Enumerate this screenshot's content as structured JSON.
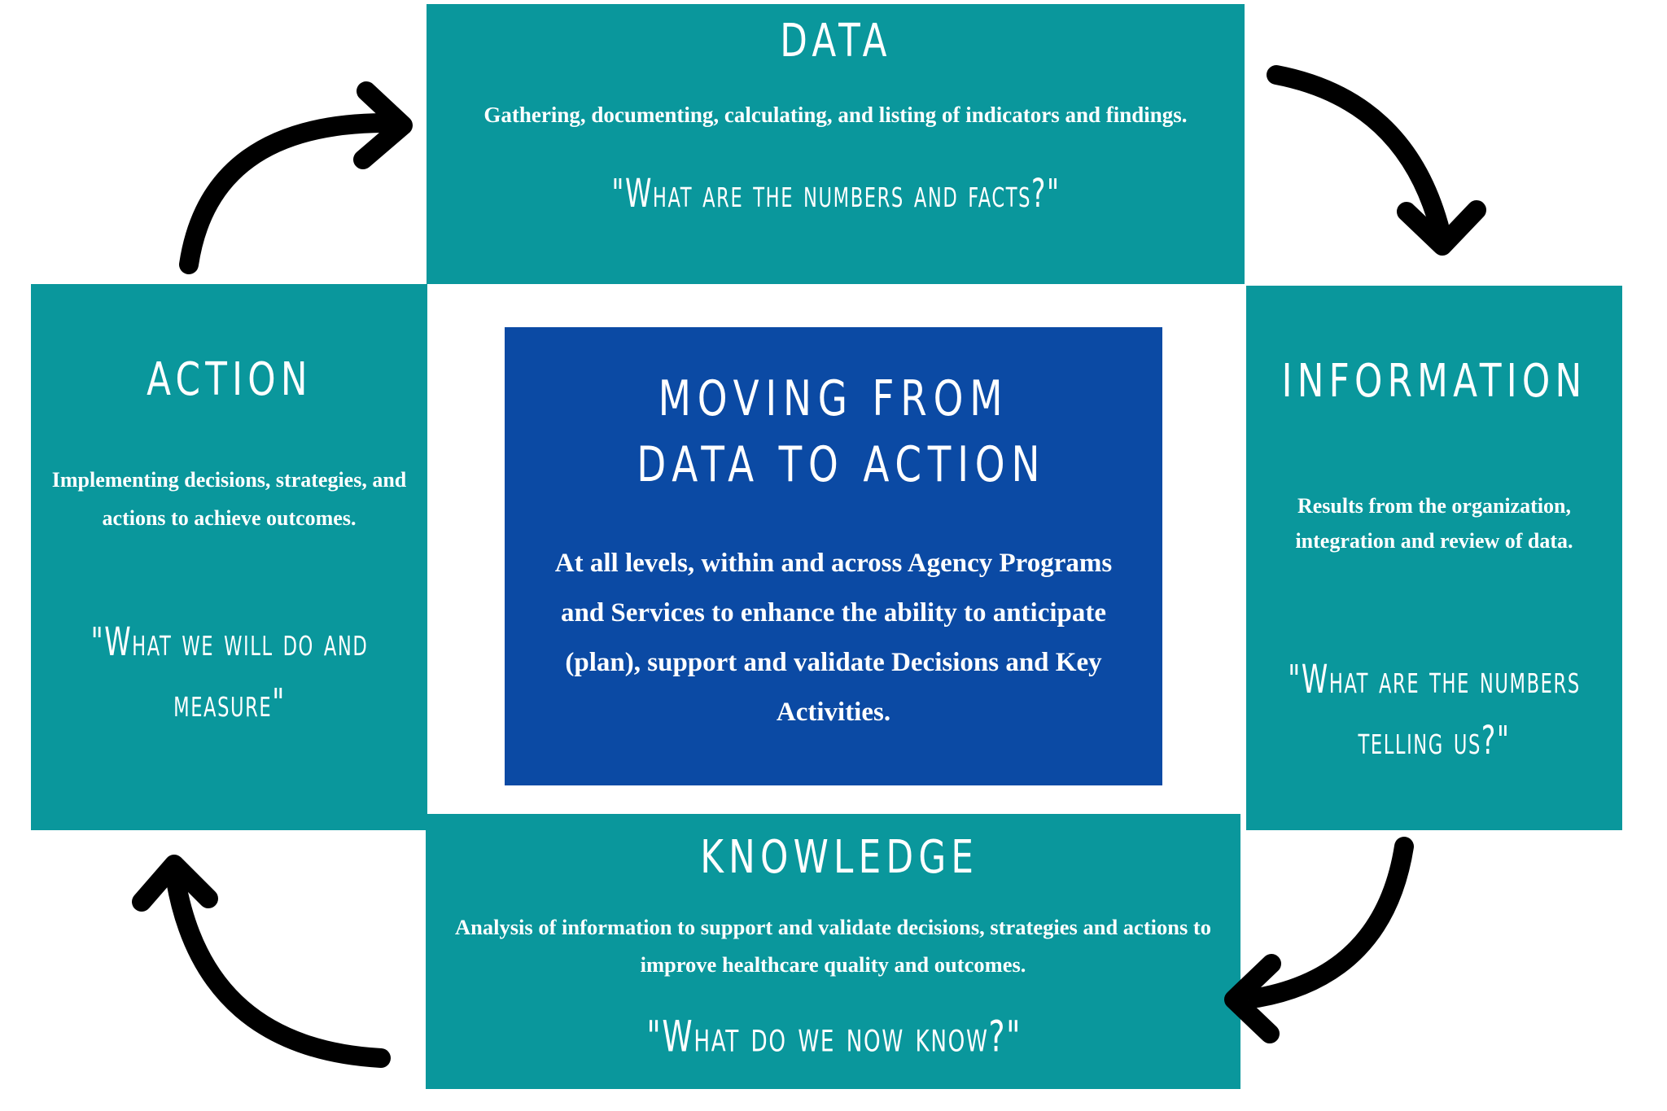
{
  "colors": {
    "teal": "#0A979C",
    "blue": "#0B4AA4",
    "text": "#FFFFFF",
    "arrow": "#000000",
    "background": "#FFFFFF"
  },
  "center": {
    "title_line1": "MOVING FROM",
    "title_line2": "DATA TO ACTION",
    "body": "At all levels, within and across  Agency Programs and Services to  enhance the ability to anticipate (plan), support and validate  Decisions and Key Activities."
  },
  "boxes": {
    "data": {
      "title": "DATA",
      "body": "Gathering, documenting, calculating, and listing of indicators and findings.",
      "quote": "\"What are the numbers and facts?\""
    },
    "information": {
      "title": "INFORMATION",
      "body": "Results from the organization, integration and review of data.",
      "quote": "\"What are the numbers telling us?\""
    },
    "knowledge": {
      "title": "KNOWLEDGE",
      "body": "Analysis of information to support and validate  decisions, strategies and actions to improve healthcare quality and outcomes.",
      "quote": "\"What do we now know?\""
    },
    "action": {
      "title": "ACTION",
      "body": "Implementing  decisions, strategies, and actions to achieve outcomes.",
      "quote": "\"What we will do and measure\""
    }
  },
  "arrows": [
    {
      "name": "action-to-data"
    },
    {
      "name": "data-to-information"
    },
    {
      "name": "information-to-knowledge"
    },
    {
      "name": "knowledge-to-action"
    }
  ]
}
